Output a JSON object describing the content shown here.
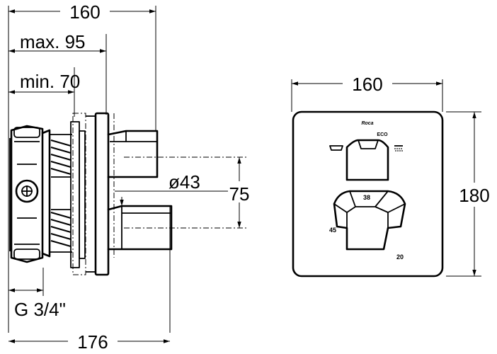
{
  "side_view": {
    "dim_overall": "160",
    "dim_max": "max. 95",
    "dim_min": "min. 70",
    "dim_diameter": "ø43",
    "dim_spacing": "75",
    "dim_thread": "G 3/4\"",
    "dim_bottom": "176"
  },
  "front_view": {
    "dim_width": "160",
    "dim_height": "180",
    "brand": "Roca",
    "eco_label": "ECO",
    "temp_38": "38",
    "temp_45": "45",
    "temp_20": "20",
    "bath_icon": "bath-icon",
    "shower_icon": "shower-icon"
  }
}
